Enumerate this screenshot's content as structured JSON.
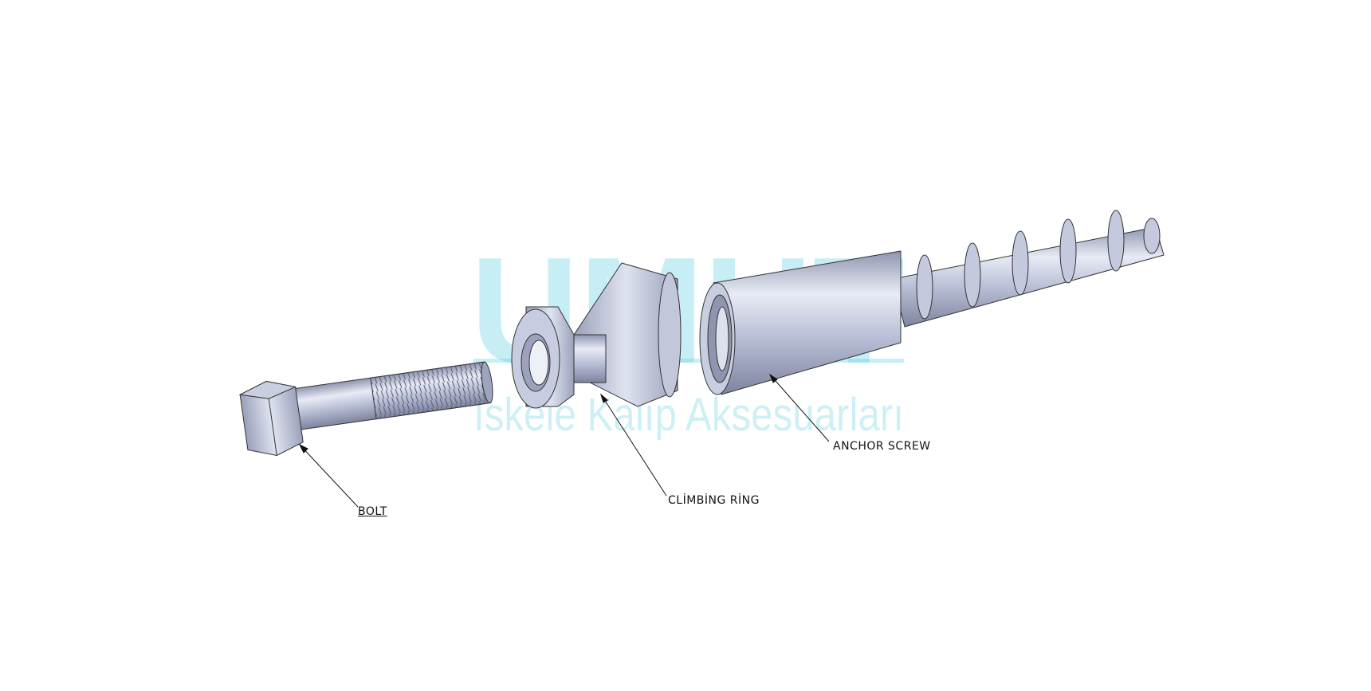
{
  "watermark": {
    "brand": "UMUT",
    "tagline": "İskele Kalıp Aksesuarları"
  },
  "labels": {
    "bolt": "BOLT",
    "climbing_ring": "CLİMBİNG RİNG",
    "anchor_screw": "ANCHOR SCREW"
  },
  "colors": {
    "metal": "#b8bed6",
    "watermark": "#5fd0e0"
  }
}
